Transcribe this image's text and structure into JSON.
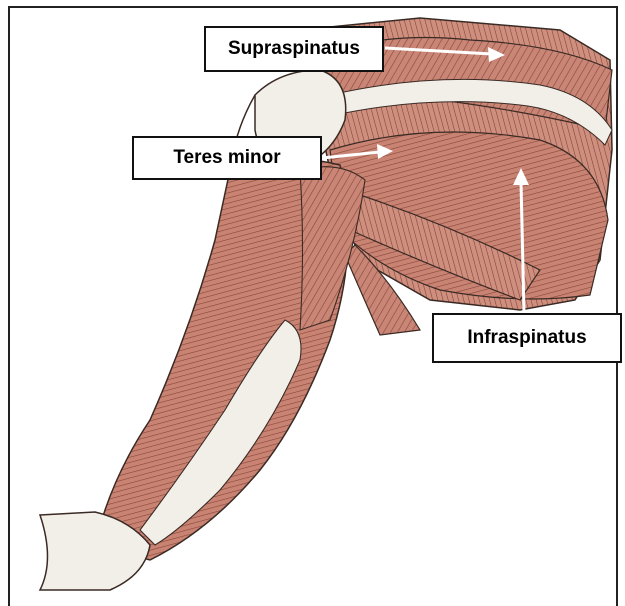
{
  "labels": {
    "supraspinatus": "Supraspinatus",
    "teres_minor": "Teres minor",
    "infraspinatus": "Infraspinatus"
  },
  "colors": {
    "muscle": "#c98676",
    "muscle_dark": "#8c4a3c",
    "tendon": "#f2efe9",
    "outline": "#3a2a24"
  }
}
